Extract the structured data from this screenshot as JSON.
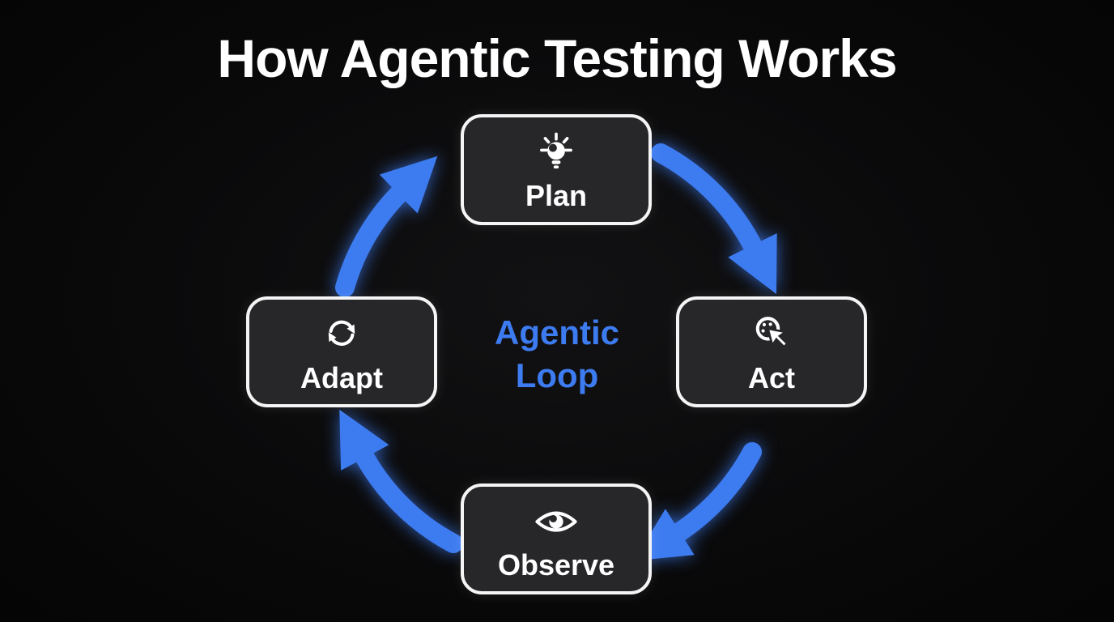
{
  "title": "How Agentic Testing Works",
  "center_label": {
    "line1": "Agentic",
    "line2": "Loop"
  },
  "nodes": [
    {
      "id": "plan",
      "label": "Plan",
      "icon": "lightbulb-icon"
    },
    {
      "id": "act",
      "label": "Act",
      "icon": "cursor-click-icon"
    },
    {
      "id": "observe",
      "label": "Observe",
      "icon": "eye-icon"
    },
    {
      "id": "adapt",
      "label": "Adapt",
      "icon": "refresh-icon"
    }
  ],
  "arrows": [
    {
      "from": "Plan",
      "to": "Act"
    },
    {
      "from": "Act",
      "to": "Observe"
    },
    {
      "from": "Observe",
      "to": "Adapt"
    },
    {
      "from": "Adapt",
      "to": "Plan"
    }
  ],
  "colors": {
    "background": "#0a0a0b",
    "box_fill": "#27272a",
    "box_border": "#f5f5f5",
    "accent_blue": "#3d7bf0",
    "text_white": "#ffffff"
  }
}
